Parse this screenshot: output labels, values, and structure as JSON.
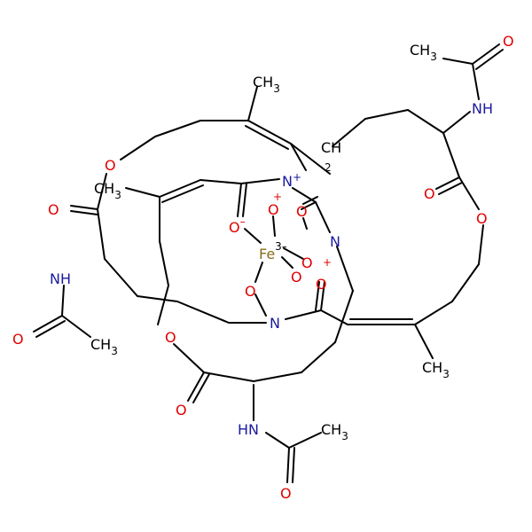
{
  "colors": {
    "O": "#e00000",
    "N": "#1a1aa0",
    "C": "#000000",
    "Fe": "#8a6d1a"
  },
  "atoms": {
    "ch3_tr": "CH",
    "ch3_tr_sub": "3",
    "o_tr": "O",
    "nh_r": "NH",
    "ch3_top": "CH",
    "ch3_top_sub": "3",
    "ch2": "CH",
    "ch2_sub": "2",
    "o_ring_l": "O",
    "n_top": "N",
    "n_top_plus": "+",
    "o_co_l": "O",
    "ch3_left": "CH",
    "ch3_left_sub": "3",
    "o_co_r": "O",
    "o_ring_r": "O",
    "o_minus_l": "O",
    "o_minus_l_chg": "–",
    "o_plus_c": "O",
    "o_plus_c_chg": "+",
    "o_mid": "O",
    "fe": "Fe",
    "fe_chg": "3–",
    "n_right": "N",
    "nh_l": "NH",
    "o_bot_a": "O",
    "o_plus_r": "O",
    "o_plus_r_chg": "+",
    "o_nearN": "O",
    "o_dbl": "O",
    "n_bot": "N",
    "o_acl": "O",
    "ch3_acl": "CH",
    "ch3_acl_sub": "3",
    "o_ring_b": "O",
    "ch3_rb": "CH",
    "ch3_rb_sub": "3",
    "o_co_b": "O",
    "nh_b": "HN",
    "ch3_b": "CH",
    "ch3_b_sub": "3",
    "o_b": "O"
  }
}
